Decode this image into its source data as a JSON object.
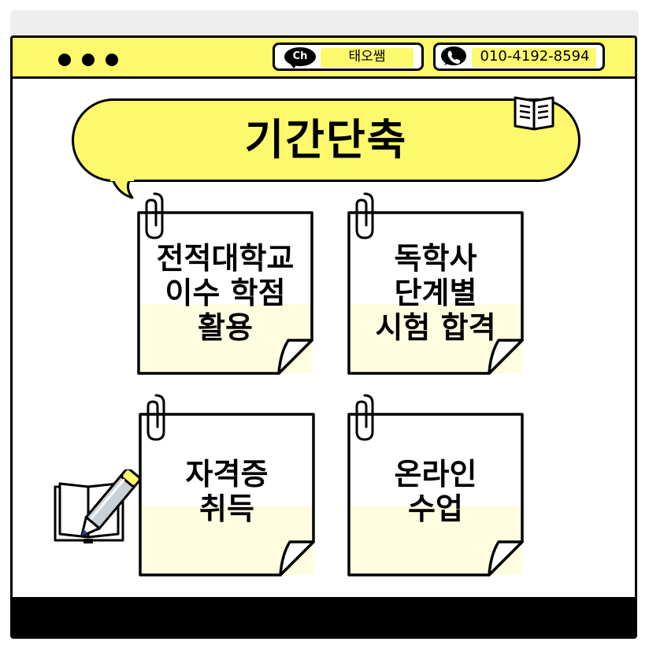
{
  "header": {
    "channel_icon": "Ch",
    "channel_name": "태오쌤",
    "phone": "010-4192-8594",
    "icons": [
      "kakao-chat-icon",
      "phone-icon"
    ]
  },
  "title": "기간단축",
  "notes": [
    {
      "lines": [
        "전적대학교",
        "이수 학점",
        "활용"
      ]
    },
    {
      "lines": [
        "독학사",
        "단계별",
        "시험 합격"
      ]
    },
    {
      "lines": [
        "자격증",
        "취득"
      ]
    },
    {
      "lines": [
        "온라인",
        "수업"
      ]
    }
  ],
  "colors": {
    "accent": "#fef86c",
    "note_fill": "#fefde8",
    "border": "#000000"
  }
}
